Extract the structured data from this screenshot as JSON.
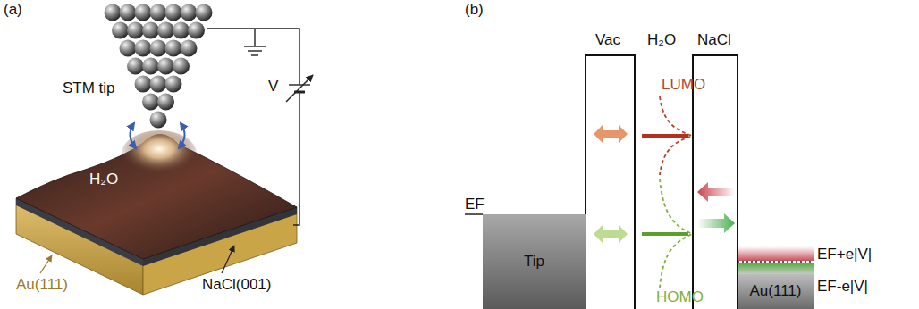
{
  "diagram": {
    "nodes": [
      {
        "text": [
          "Tip"
        ]
      },
      {
        "text": [
          "Au(111)"
        ]
      }
    ],
    "labels": [
      "(a)",
      "STM tip",
      "V",
      "H₂O",
      "Au(111)",
      "NaCl(001)",
      "(b)",
      "Vac",
      "H₂O",
      "NaCl",
      "LUMO",
      "HOMO",
      "EF",
      "EF+e|V|",
      "EF-e|V|"
    ]
  }
}
